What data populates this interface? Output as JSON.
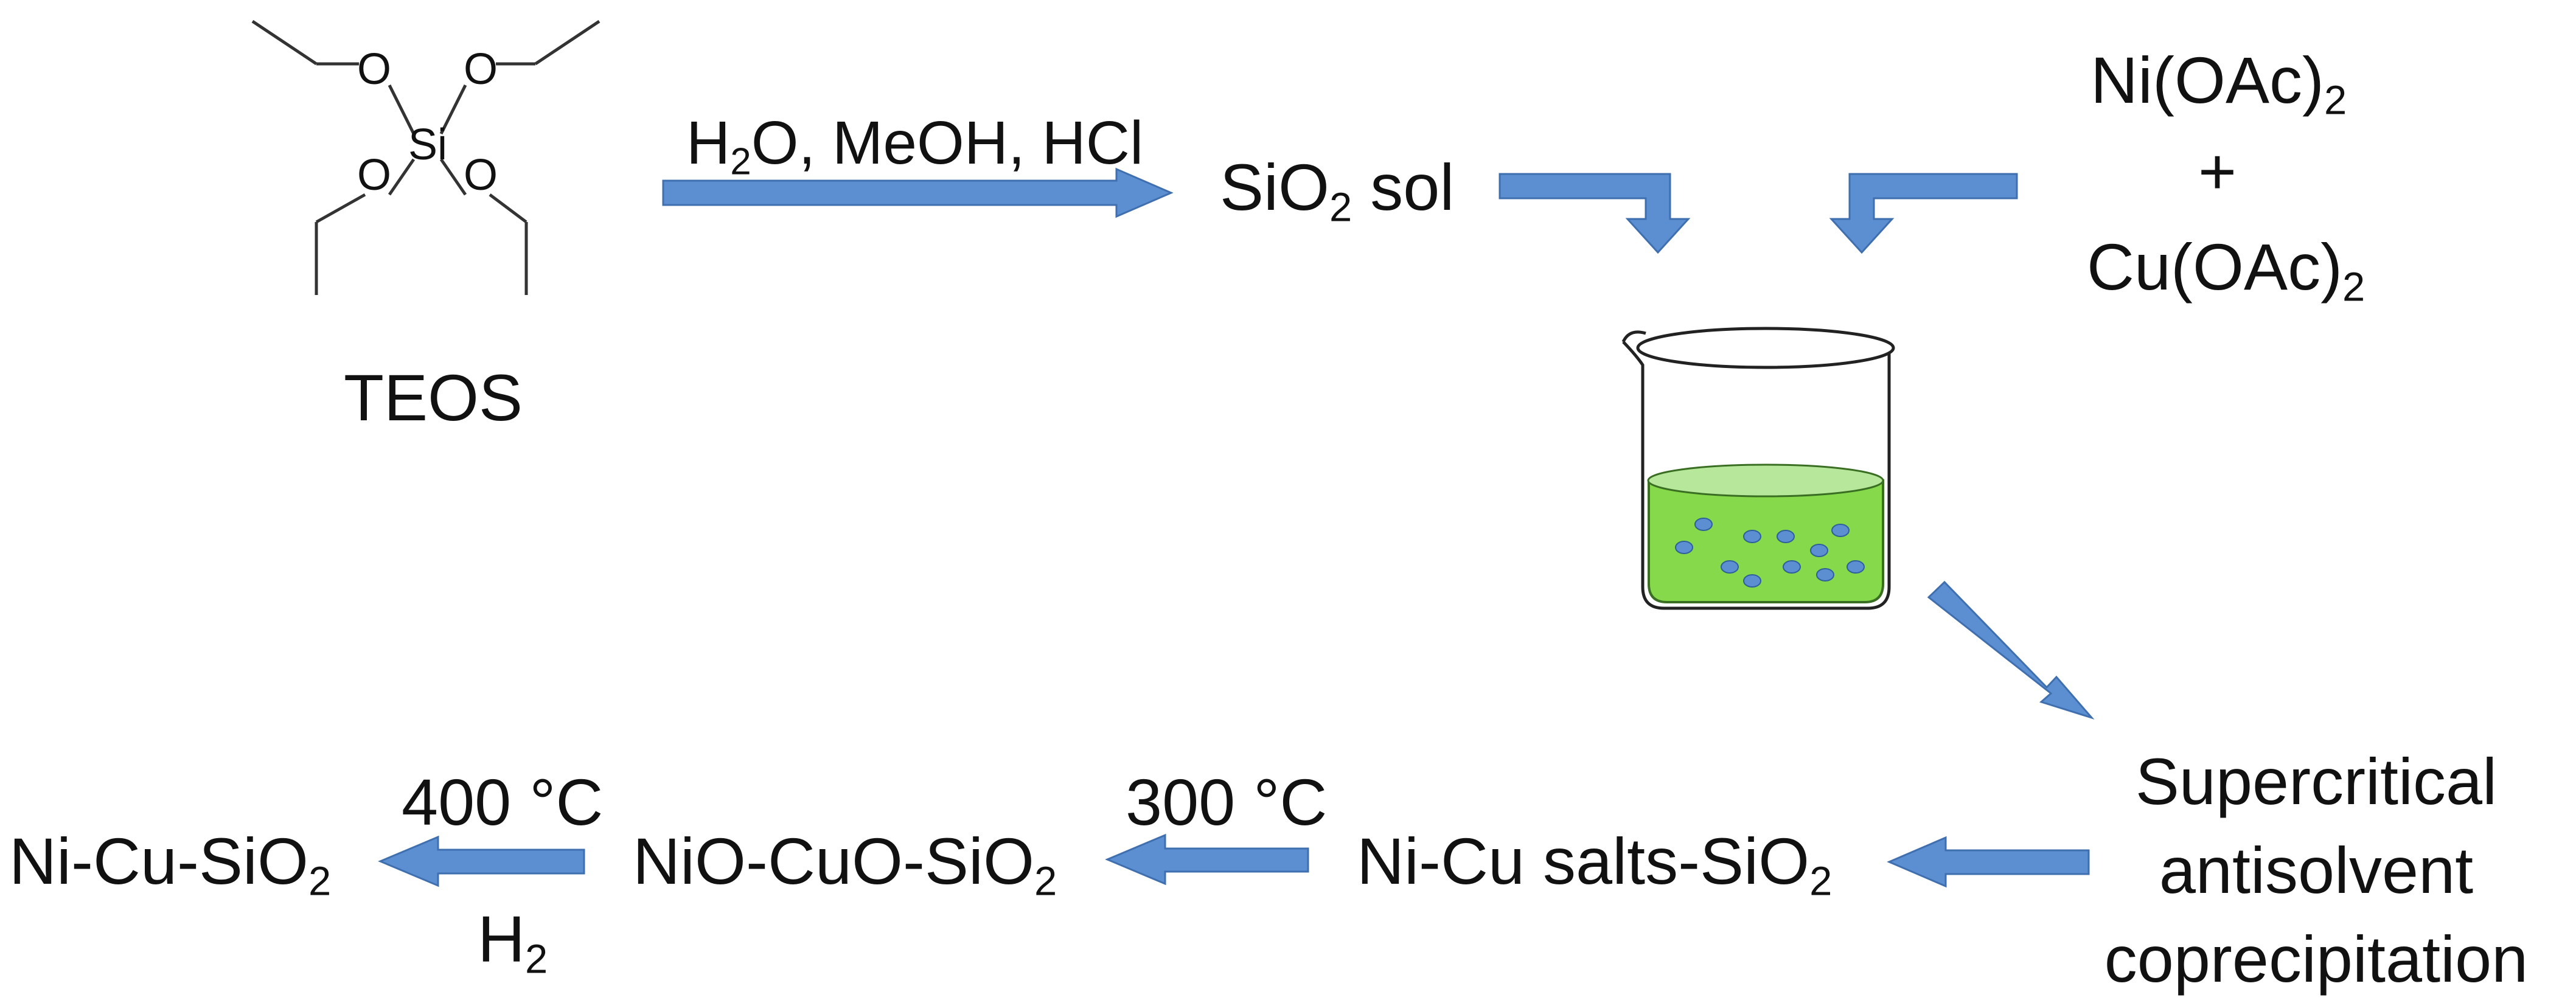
{
  "teos": {
    "name": "TEOS",
    "atoms": {
      "si": "Si",
      "o": "O"
    }
  },
  "step1": {
    "reagents": {
      "h": "H",
      "h_sub": "2",
      "rest": "O, MeOH,  HCl"
    }
  },
  "sio2_sol": {
    "pre": "SiO",
    "sub": "2",
    "post": " sol"
  },
  "metal_salts": {
    "ni_pre": "Ni(OAc)",
    "ni_sub": "2",
    "plus": "+",
    "cu_pre": "Cu(OAc)",
    "cu_sub": "2"
  },
  "sas": {
    "line1": "Supercritical",
    "line2": "antisolvent",
    "line3": "coprecipitation"
  },
  "salts_sio2": {
    "pre": "Ni-Cu salts-SiO",
    "sub": "2"
  },
  "step_300": {
    "temp": "300 °C"
  },
  "oxide": {
    "pre": "NiO-CuO-SiO",
    "sub": "2"
  },
  "step_400": {
    "temp": "400 °C",
    "gas_pre": "H",
    "gas_sub": "2"
  },
  "final": {
    "pre": "Ni-Cu-SiO",
    "sub": "2"
  },
  "colors": {
    "arrow_fill": "#5b8fd2",
    "arrow_stroke": "#3f6fae",
    "liquid": "#86d94a",
    "liquid_top": "#b6e79a",
    "bubble": "#5b8fd2",
    "glass": "#222222"
  }
}
